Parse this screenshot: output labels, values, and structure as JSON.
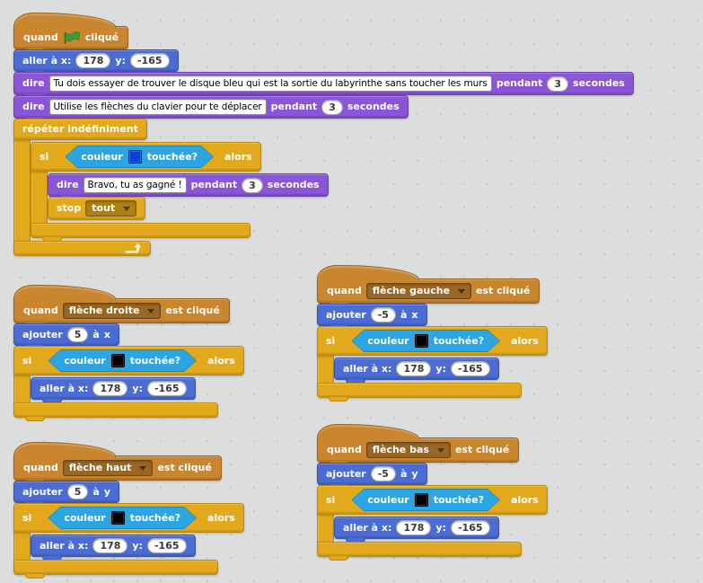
{
  "canvas": {
    "background": "#dcdede",
    "dot_color": "#c7cccc"
  },
  "palette": {
    "events": "#c9862f",
    "motion": "#4a6cd4",
    "looks": "#8a55d7",
    "control": "#e2a91c",
    "sensing": "#2ca5e2"
  },
  "labels": {
    "quand": "quand",
    "clique": "cliqué",
    "est_clique": "est cliqué",
    "aller_x": "aller à x:",
    "y_colon": "y:",
    "dire": "dire",
    "pendant": "pendant",
    "secondes": "secondes",
    "repeter": "répéter indéfiniment",
    "si": "si",
    "alors": "alors",
    "couleur": "couleur",
    "touchee": "touchée?",
    "stop": "stop",
    "ajouter": "ajouter",
    "a": "à"
  },
  "swatches": {
    "blue": "background:#0d3fd4",
    "black": "background:#000000"
  },
  "scripts": {
    "main": {
      "goto": {
        "x": "178",
        "y": "-165"
      },
      "say1": {
        "text": "Tu dois essayer de trouver le disque bleu qui est la sortie du labyrinthe sans toucher les murs",
        "secs": "3"
      },
      "say2": {
        "text": "Utilise les flèches du clavier pour te déplacer",
        "secs": "3"
      },
      "say_win": {
        "text": "Bravo, tu as gagné !",
        "secs": "3"
      },
      "stop_option": "tout"
    },
    "right": {
      "key": "flèche droite",
      "step": "5",
      "axis": "x",
      "goto": {
        "x": "178",
        "y": "-165"
      }
    },
    "left": {
      "key": "flèche gauche",
      "step": "-5",
      "axis": "x",
      "goto": {
        "x": "178",
        "y": "-165"
      }
    },
    "up": {
      "key": "flèche haut",
      "step": "5",
      "axis": "y",
      "goto": {
        "x": "178",
        "y": "-165"
      }
    },
    "down": {
      "key": "flèche bas",
      "step": "-5",
      "axis": "y",
      "goto": {
        "x": "178",
        "y": "-165"
      }
    }
  }
}
